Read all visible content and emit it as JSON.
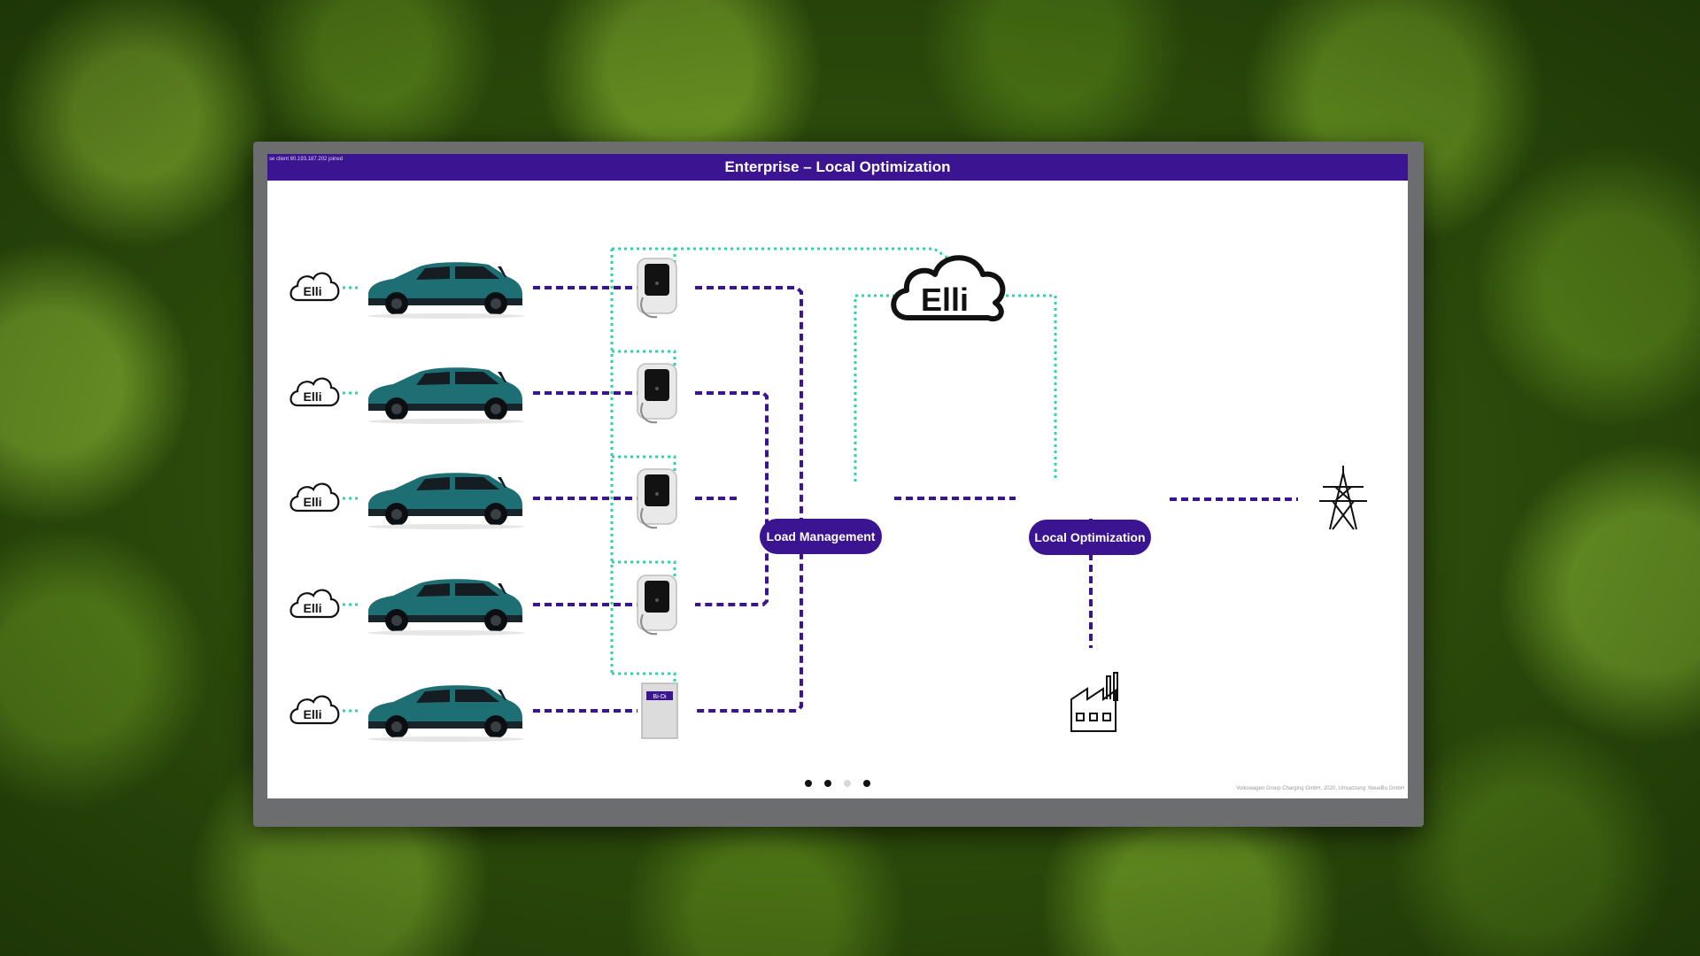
{
  "slide": {
    "title": "Enterprise – Local Optimization",
    "system_message": "se client 80.193.187.202 joined",
    "footer": "Volkswagen Group Charging GmbH, 2020, Umsetzung: NeueBo GmbH"
  },
  "brand": {
    "cloud_logo_text": "Elli",
    "small_cloud_text": "Elli",
    "bidi_label": "Bi-Di"
  },
  "nodes": {
    "load_management": "Load Management",
    "local_optimization": "Local Optimization"
  },
  "icons": [
    "cloud-icon",
    "car-icon",
    "wallbox-icon",
    "bidi-charger-icon",
    "power-pylon-icon",
    "factory-icon"
  ],
  "pagination": {
    "pages": 4,
    "active": [
      1,
      2,
      4
    ],
    "inactive": [
      3
    ]
  },
  "colors": {
    "accent": "#3b1491",
    "teal": "#2ed3a8",
    "car": "#1e6f73"
  }
}
